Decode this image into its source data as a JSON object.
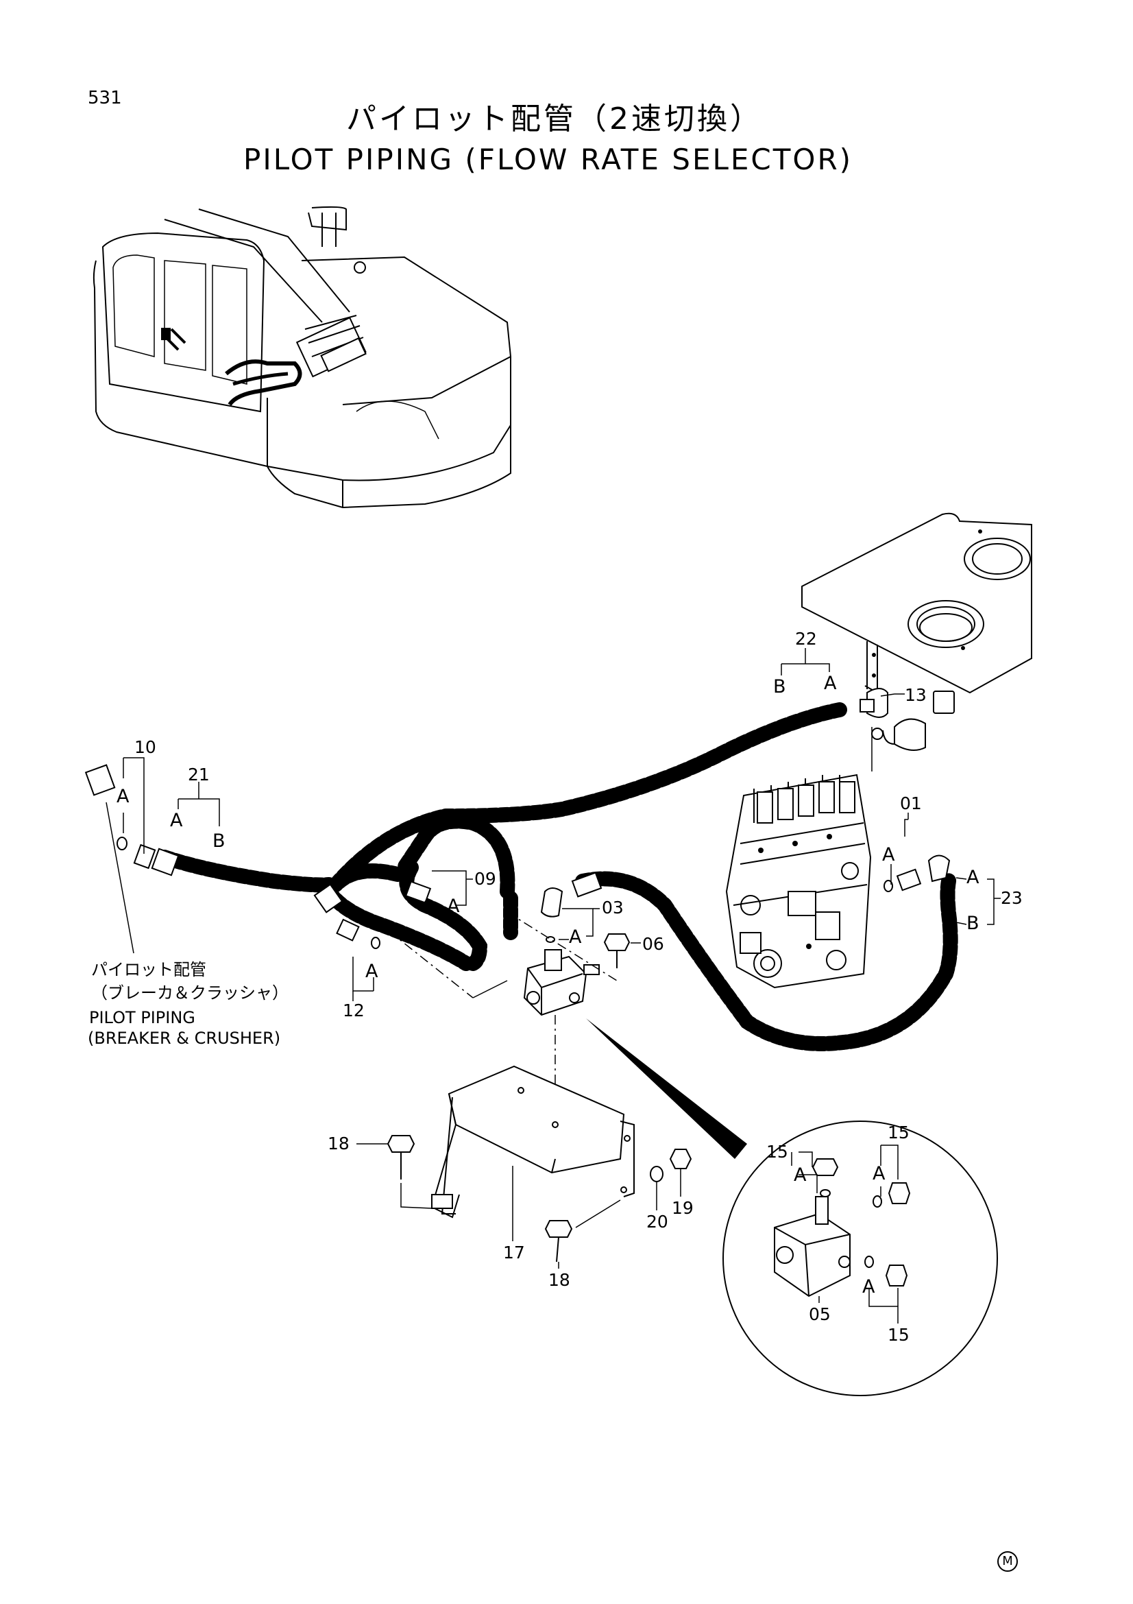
{
  "page_number": "531",
  "title_jp": "パイロット配管（2速切換）",
  "title_en": "PILOT PIPING (FLOW RATE SELECTOR)",
  "callout": {
    "jp_line1": "パイロット配管",
    "jp_line2": "（ブレーカ＆クラッシャ）",
    "en_line1": "PILOT PIPING",
    "en_line2": "(BREAKER & CRUSHER)"
  },
  "part_labels": {
    "p01": "01",
    "p03": "03",
    "p05": "05",
    "p06": "06",
    "p09": "09",
    "p10": "10",
    "p12": "12",
    "p13": "13",
    "p15a": "15",
    "p15b": "15",
    "p15c": "15",
    "p17": "17",
    "p18a": "18",
    "p18b": "18",
    "p19": "19",
    "p20": "20",
    "p21": "21",
    "p22": "22",
    "p23": "23"
  },
  "port_letters": {
    "A": "A",
    "B": "B"
  },
  "footer_mark": "M"
}
